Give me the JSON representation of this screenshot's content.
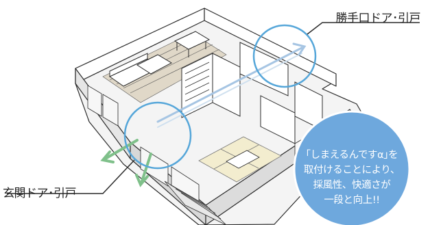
{
  "labels": {
    "back_door": "勝手口ドア･引戸",
    "entrance_door": "玄関ドア･引戸"
  },
  "callout": {
    "lines": [
      "｢しまえるんですα｣を",
      "取付けることにより、",
      "採風性、快適さが",
      "一段と向上!!"
    ]
  },
  "colors": {
    "callout_fill": "#6ea8dd",
    "circle_stroke": "#55a6d9",
    "arrow_green": "#7fc08a",
    "arrow_blue": "#a6c5e3"
  }
}
